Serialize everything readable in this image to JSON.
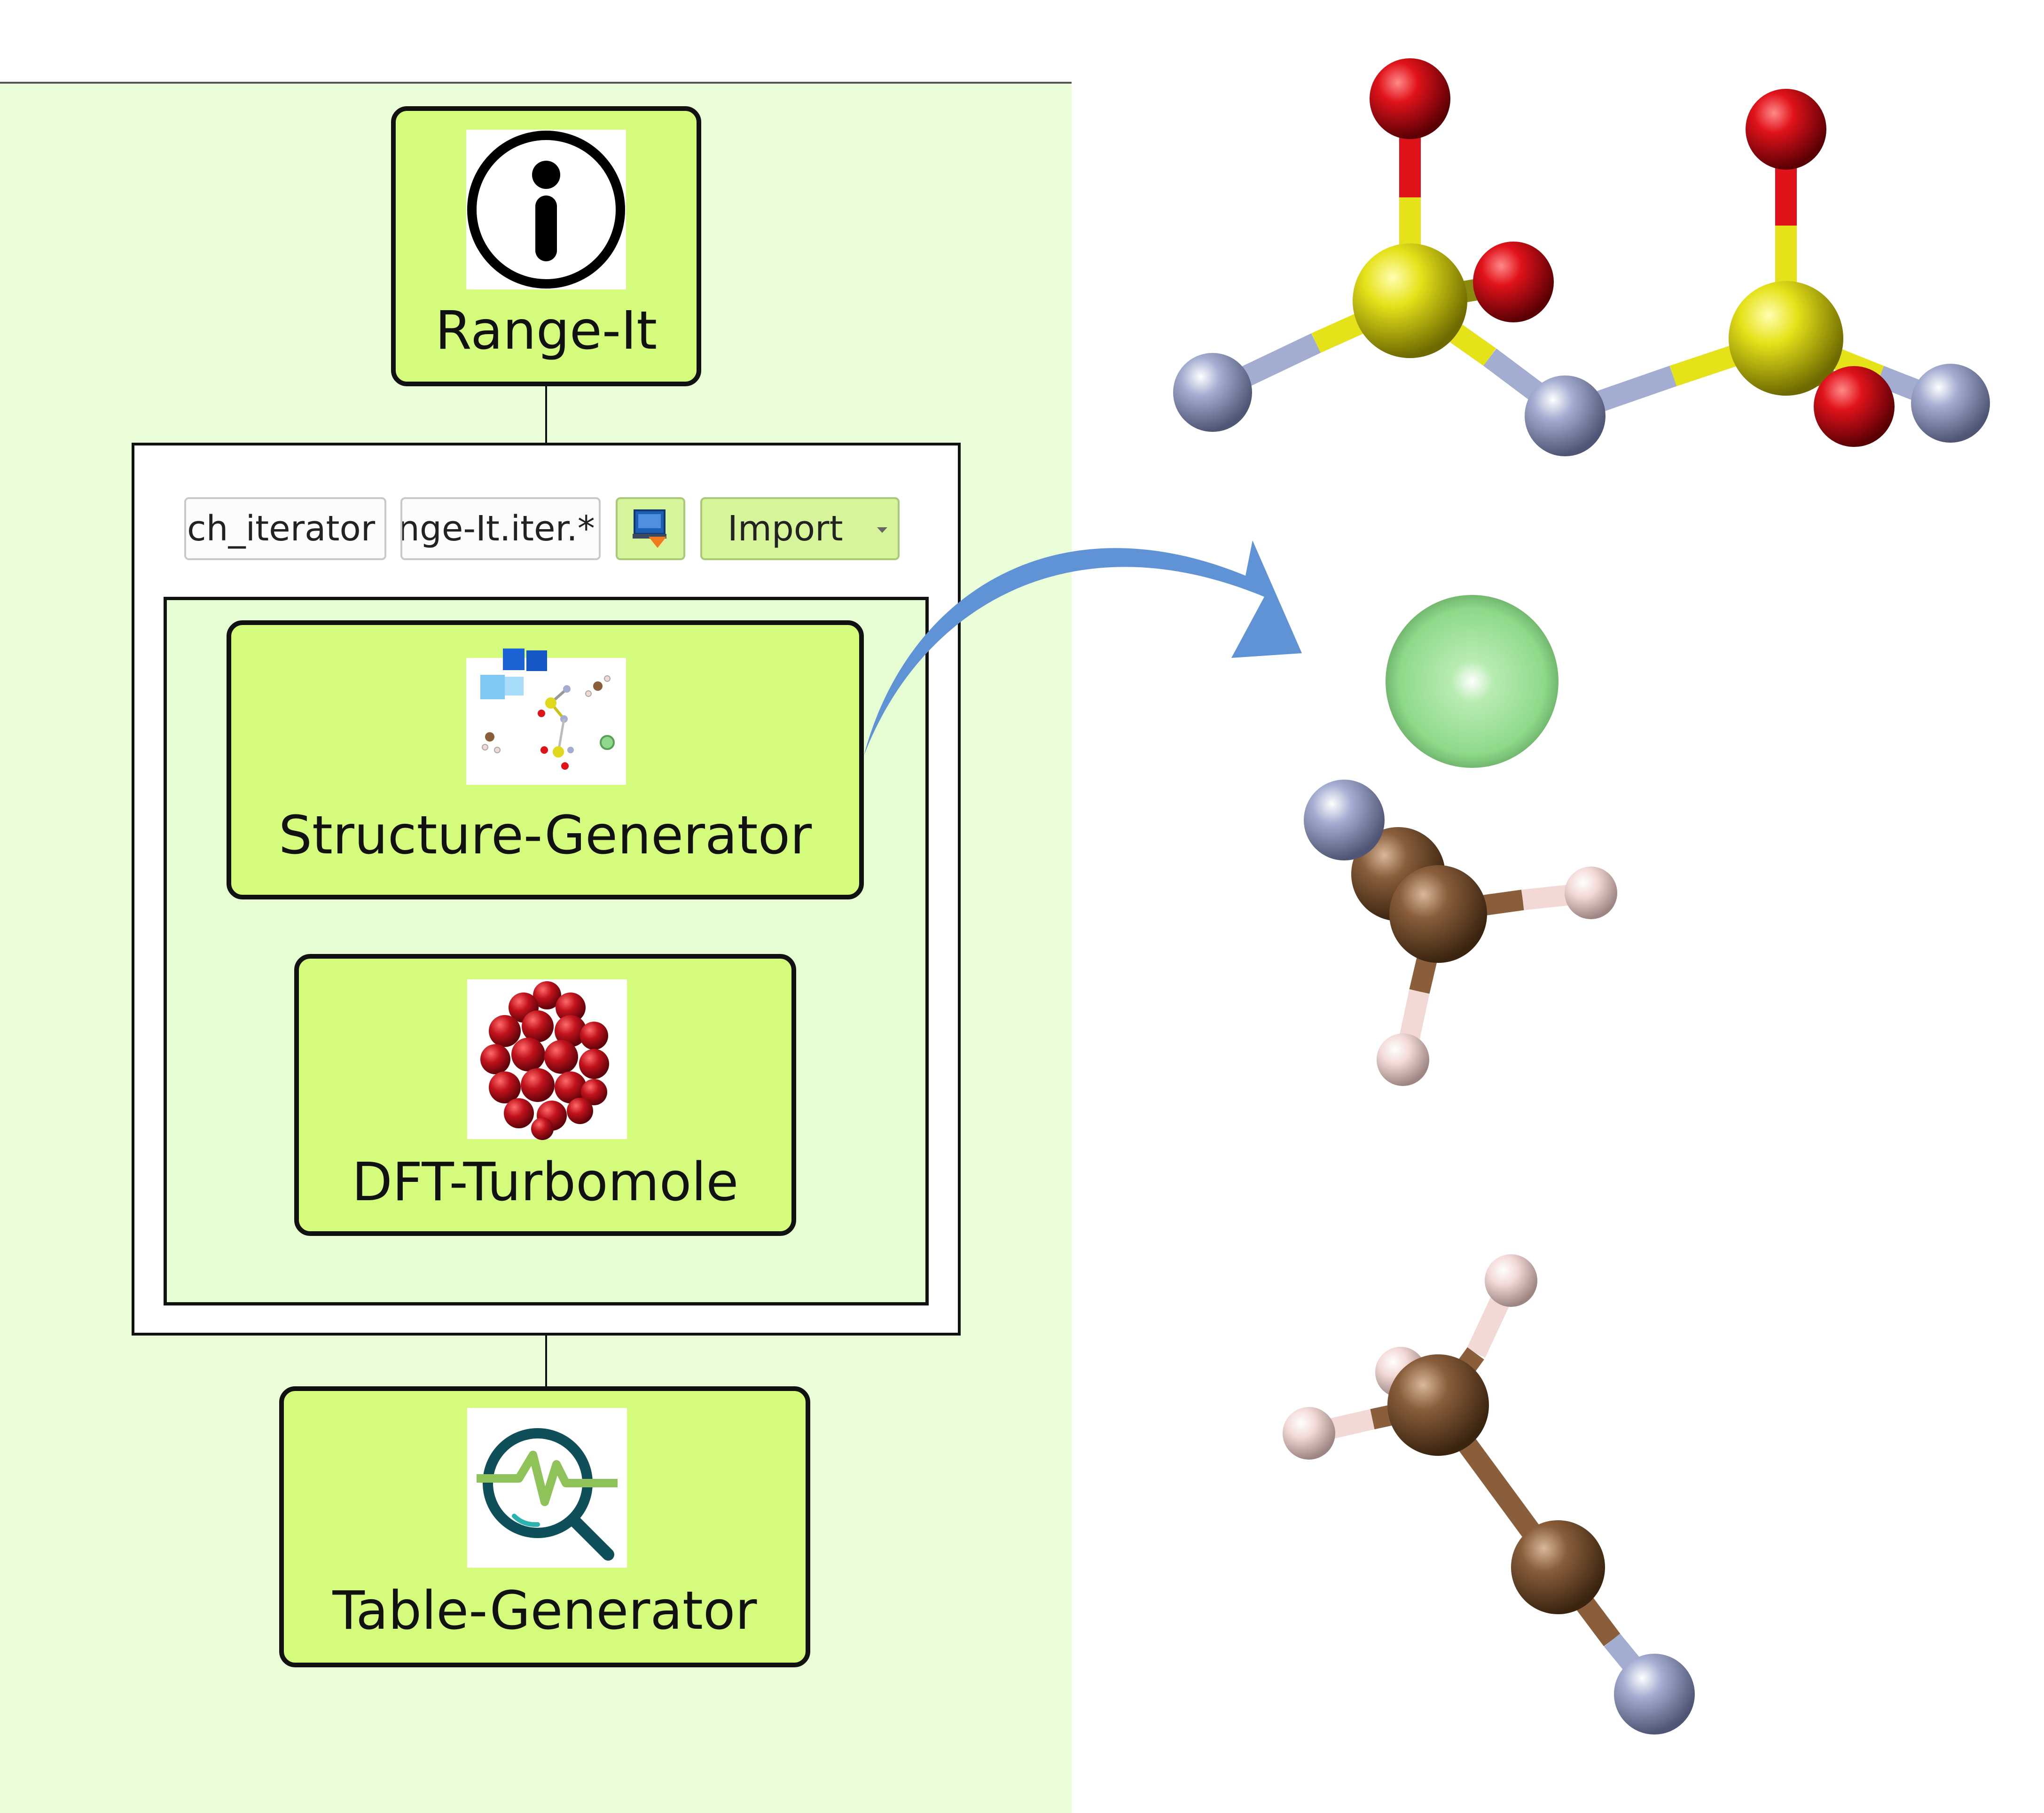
{
  "nodes": {
    "range_it": {
      "label": "Range-It",
      "icon": "info-icon"
    },
    "structure_generator": {
      "label": "Structure-Generator",
      "icon": "molecule-puzzle-icon"
    },
    "dft_turbomole": {
      "label": "DFT-Turbomole",
      "icon": "red-cluster-icon"
    },
    "table_generator": {
      "label": "Table-Generator",
      "icon": "search-chart-icon"
    }
  },
  "controls": {
    "iterator_name": "ch_iterator",
    "iterator_pattern": "nge-It.iter.*",
    "import_label": "Import"
  },
  "colors": {
    "node_fill": "#d4fb7b",
    "workflow_bg": "#eafed9",
    "arrow": "#5f93d6",
    "sulfur": "#e6e21a",
    "oxygen": "#e0121a",
    "nitrogen": "#a3acd1",
    "chlorine": "#8ed98a",
    "carbon": "#8a5e3b",
    "hydrogen": "#f2d9d6"
  }
}
